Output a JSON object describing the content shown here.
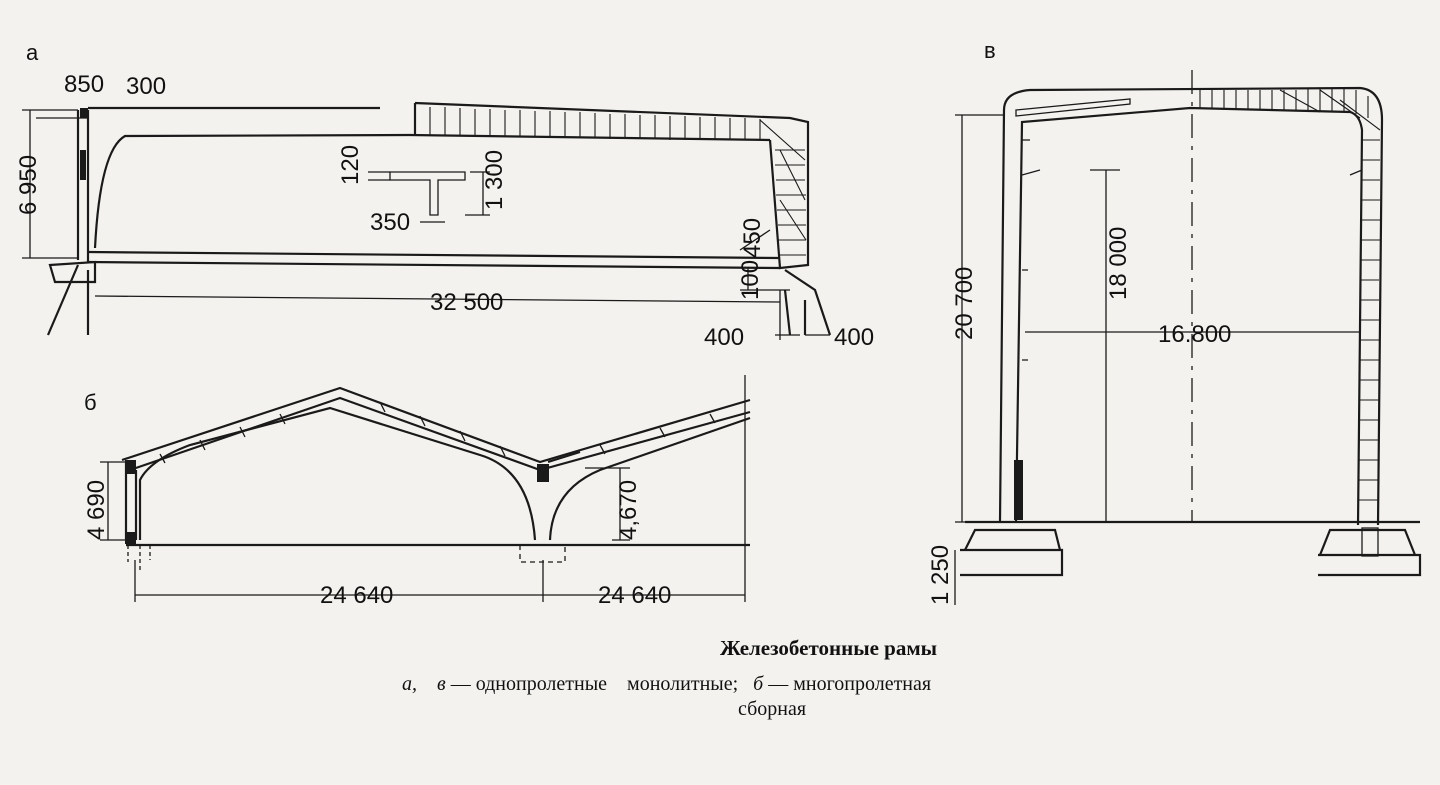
{
  "panels": {
    "a": {
      "label": "а",
      "dims": {
        "top_left": "850",
        "top_right": "300",
        "height": "6 950",
        "flange": "120",
        "depth": "1 300",
        "web": "350",
        "haunch": "450",
        "support": "100",
        "span": "32 500",
        "base_left": "400",
        "base_right": "400"
      }
    },
    "b": {
      "label": "б",
      "dims": {
        "height_left": "4 690",
        "height_mid": "4,670",
        "span_1": "24 640",
        "span_2": "24 640"
      }
    },
    "v": {
      "label": "в",
      "dims": {
        "total_height": "20 700",
        "inner_height": "18 000",
        "span": "16.800",
        "footing": "1 250"
      }
    }
  },
  "caption": {
    "title": "Железобетонные рамы",
    "line1_a": "а,",
    "line1_v": "в",
    "line1_dash1": " — однопролетные    монолитные;   ",
    "line1_b": "б",
    "line1_dash2": " — многопролетная",
    "line2": "сборная"
  }
}
